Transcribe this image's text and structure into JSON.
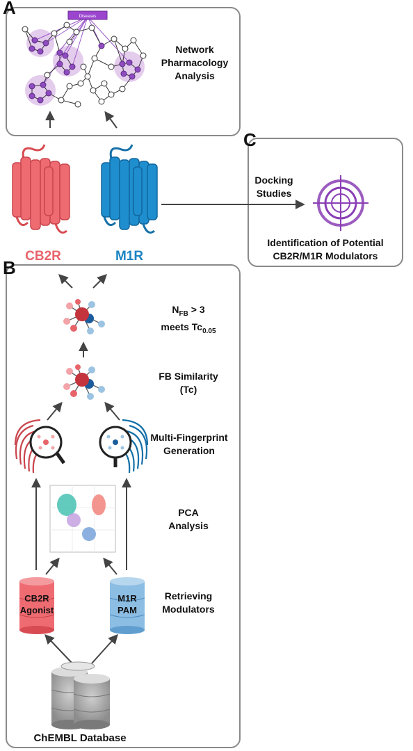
{
  "panel_a": {
    "letter": "A",
    "diseases_label": "Diseases",
    "label_line1": "Network",
    "label_line2": "Pharmacology",
    "label_line3": "Analysis"
  },
  "panel_b": {
    "letter": "B",
    "steps": {
      "nfb_line1_prefix": "N",
      "nfb_line1_sub": "FB",
      "nfb_line1_suffix": " > 3",
      "nfb_line2_prefix": "meets Tc",
      "nfb_line2_sub": "0.05",
      "fb_line1": "FB Similarity",
      "fb_line2": "(Tc)",
      "mf_line1": "Multi-Fingerprint",
      "mf_line2": "Generation",
      "pca_line1": "PCA",
      "pca_line2": "Analysis",
      "ret_line1": "Retrieving",
      "ret_line2": "Modulators"
    },
    "cb2r_db_line1": "CB2R",
    "cb2r_db_line2": "Agonist",
    "m1r_db_line1": "M1R",
    "m1r_db_line2": "PAM",
    "chembl_label": "ChEMBL Database"
  },
  "receptors": {
    "cb2r": "CB2R",
    "m1r": "M1R",
    "cb2r_color": "#e8646b",
    "m1r_color": "#1b84c2"
  },
  "panel_c": {
    "letter": "C",
    "docking_line1": "Docking",
    "docking_line2": "Studies",
    "result_line1": "Identification of Potential",
    "result_line2": "CB2R/M1R Modulators",
    "target_color": "#8a3fb5"
  }
}
